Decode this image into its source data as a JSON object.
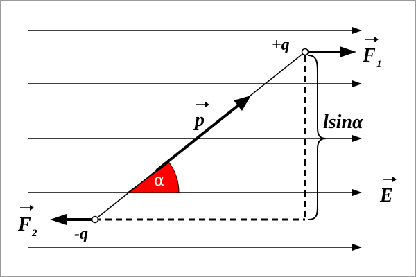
{
  "labels": {
    "plus_charge": "+q",
    "minus_charge": "-q",
    "force_one": "F",
    "force_one_sub": "1",
    "force_two": "F",
    "force_two_sub": "2",
    "dipole_moment": "p",
    "field": "E",
    "angle": "α",
    "arm_length": "lsinα"
  },
  "colors": {
    "angle_fill": "#ff0000",
    "stroke": "#000000",
    "frame": "#9a9a9a"
  },
  "geometry_notes": {
    "field_line_count": 5,
    "field_direction": "right"
  }
}
